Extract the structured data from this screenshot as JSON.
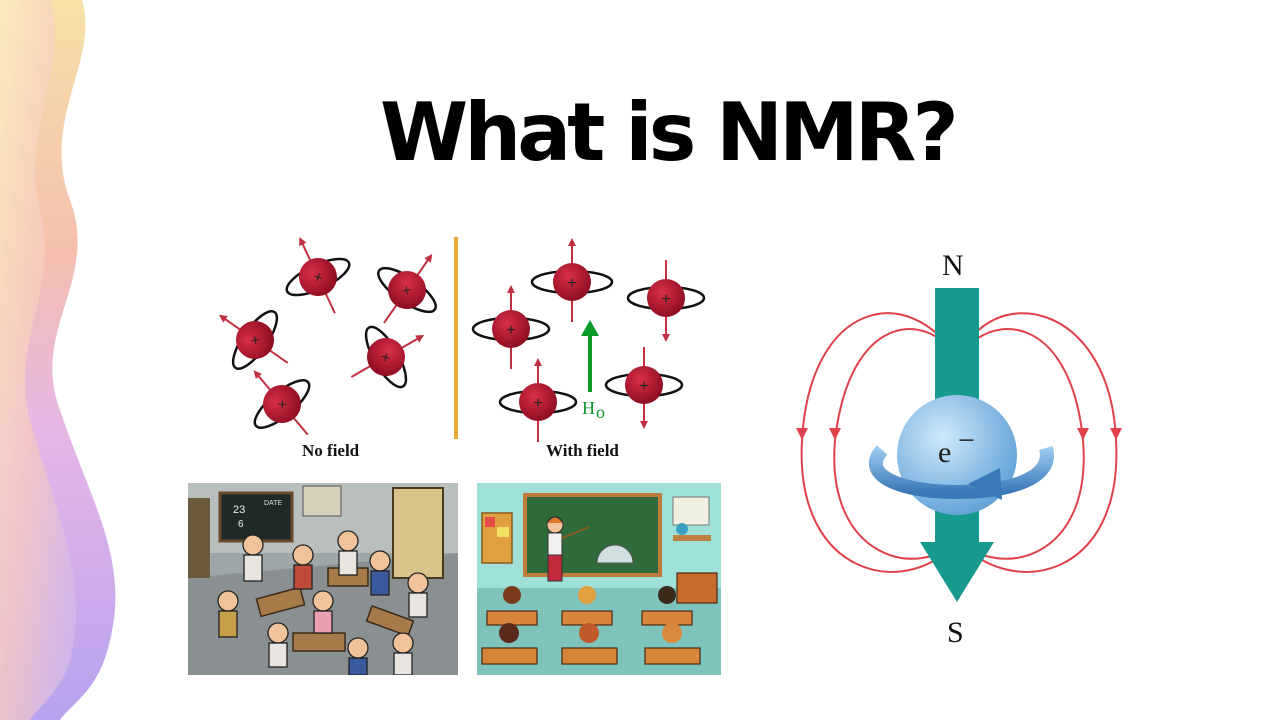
{
  "slide": {
    "title": "What is NMR?"
  },
  "spin_figure": {
    "left_caption": "No field",
    "right_caption": "With field",
    "field_label": "H",
    "field_subscript": "o"
  },
  "cartoons": {
    "chalkboard_text_1": "23",
    "chalkboard_text_2": "6",
    "chalkboard_date": "DATE"
  },
  "dipole_figure": {
    "north_label": "N",
    "south_label": "S",
    "electron_label": "e",
    "electron_superscript": "−"
  },
  "colors": {
    "nucleus_red": "#b0102a",
    "field_green": "#0a9a2a",
    "divider_orange": "#e8a838",
    "teal_arrow": "#17998e",
    "field_lines_red": "#e0404a",
    "sphere_blue": "#8cc4ec"
  }
}
